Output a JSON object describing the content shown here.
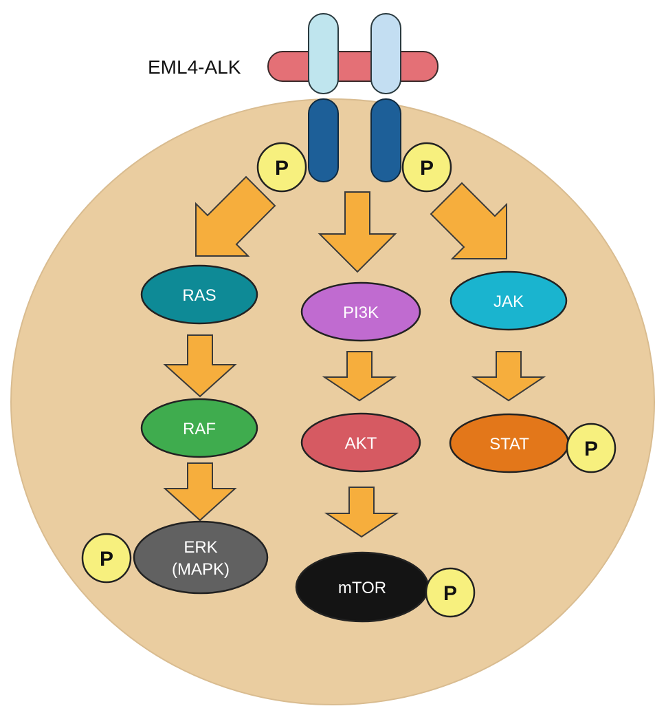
{
  "receptor": {
    "label": "EML4-ALK"
  },
  "phospho": {
    "label": "P"
  },
  "nodes": {
    "ras": {
      "label": "RAS",
      "color": "#0e8a96"
    },
    "raf": {
      "label": "RAF",
      "color": "#3fac4e"
    },
    "erk": {
      "label_line1": "ERK",
      "label_line2": "(MAPK)",
      "color": "#616161"
    },
    "pi3k": {
      "label": "PI3K",
      "color": "#c06bd0"
    },
    "akt": {
      "label": "AKT",
      "color": "#d65a62"
    },
    "mtor": {
      "label": "mTOR",
      "color": "#141414"
    },
    "jak": {
      "label": "JAK",
      "color": "#1ab4cf"
    },
    "stat": {
      "label": "STAT",
      "color": "#e3771a"
    }
  },
  "colors": {
    "cell": "#eacda0",
    "membrane": "#e47076",
    "receptor_extracellular": "#bfe5ee",
    "receptor_extracellular_right": "#c3def2",
    "receptor_intracellular": "#1d5f98",
    "arrow": "#f6ae3d",
    "phospho": "#f7f07e"
  }
}
